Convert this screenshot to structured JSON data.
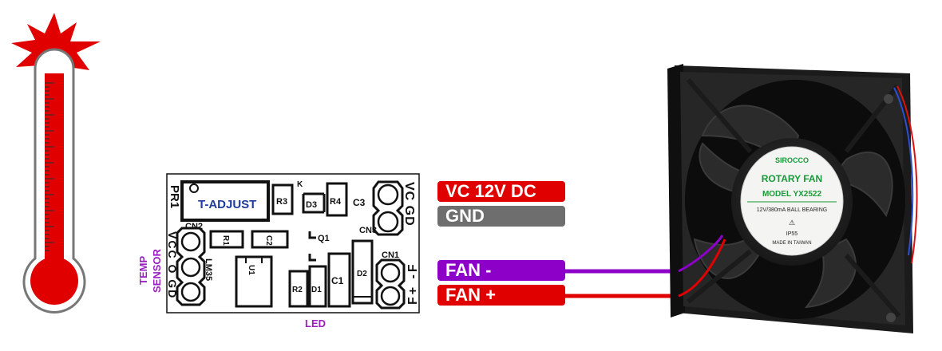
{
  "board": {
    "t_adjust": "T-ADJUST",
    "pr1": "PR1",
    "cn2": "CN2",
    "cn2_pins": "VCC O GD",
    "lm35": "LM35",
    "r1": "R1",
    "c2": "C2",
    "r3": "R3",
    "k": "K",
    "d3": "D3",
    "r4": "R4",
    "c3": "C3",
    "cn3": "CN3",
    "cn3_pins": "VC GD",
    "q1": "Q1",
    "u1": "U1",
    "r2": "R2",
    "d1": "D1",
    "c1": "C1",
    "d2": "D2",
    "cn1": "CN1",
    "cn1_pins": "F+ -F"
  },
  "labels": {
    "temp": "TEMP",
    "sensor": "SENSOR",
    "led": "LED"
  },
  "connections": [
    {
      "label": "VC 12V DC",
      "color": "#e00000"
    },
    {
      "label": "GND",
      "color": "#6e6e6e"
    },
    {
      "label": "FAN -",
      "color": "#8c00c8"
    },
    {
      "label": "FAN +",
      "color": "#e00000"
    }
  ],
  "fan": {
    "brand": "SIROCCO",
    "title": "ROTARY FAN",
    "model": "MODEL  YX2522",
    "rating": "12V/380mA  BALL BEARING",
    "ip": "IP55",
    "origin": "MADE IN TAIWAN"
  },
  "colors": {
    "red": "#e00000",
    "purple": "#8c00c8",
    "gray": "#6e6e6e",
    "label_text_purple": "#9a20c0",
    "pcb_text": "#111111",
    "fan_label_green": "#1a9a3a"
  }
}
